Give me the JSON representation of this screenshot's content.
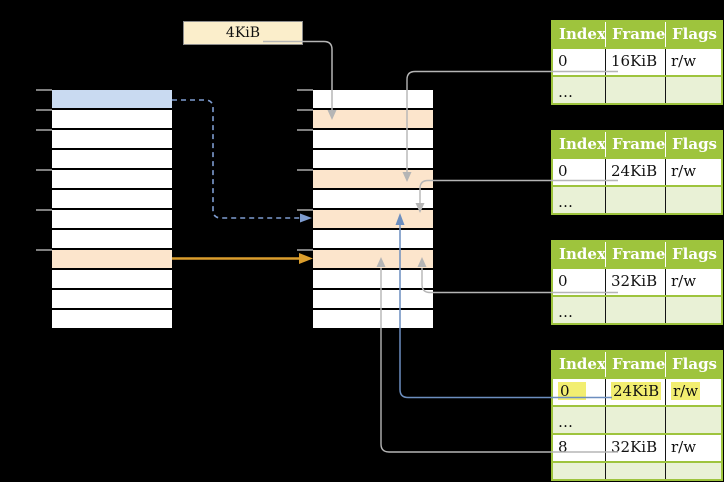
{
  "size_label": "4KiB",
  "virtual_memory": {
    "rows": 12,
    "blue_row_index": 0,
    "orange_row_index": 8,
    "tick_row_boundaries": [
      0,
      1,
      2,
      4,
      6,
      8
    ]
  },
  "physical_memory": {
    "rows": 12,
    "orange_row_indices": [
      1,
      4,
      6,
      8
    ],
    "tick_row_boundaries": [
      0,
      1,
      2,
      4,
      6,
      8
    ]
  },
  "page_tables": [
    {
      "headers": {
        "index": "Index",
        "frame": "Frame",
        "flags": "Flags"
      },
      "rows": [
        {
          "index": "0",
          "frame": "16KiB",
          "flags": "r/w"
        },
        {
          "index": "…",
          "frame": "",
          "flags": ""
        }
      ]
    },
    {
      "headers": {
        "index": "Index",
        "frame": "Frame",
        "flags": "Flags"
      },
      "rows": [
        {
          "index": "0",
          "frame": "24KiB",
          "flags": "r/w"
        },
        {
          "index": "…",
          "frame": "",
          "flags": ""
        }
      ]
    },
    {
      "headers": {
        "index": "Index",
        "frame": "Frame",
        "flags": "Flags"
      },
      "rows": [
        {
          "index": "0",
          "frame": "32KiB",
          "flags": "r/w"
        },
        {
          "index": "…",
          "frame": "",
          "flags": ""
        }
      ]
    },
    {
      "headers": {
        "index": "Index",
        "frame": "Frame",
        "flags": "Flags"
      },
      "rows": [
        {
          "index": "0",
          "frame": "24KiB",
          "flags": "r/w"
        },
        {
          "index": "…",
          "frame": "",
          "flags": ""
        },
        {
          "index": "8",
          "frame": "32KiB",
          "flags": "r/w"
        },
        {
          "index": "…",
          "frame": "",
          "flags": ""
        }
      ],
      "highlighted_row_index": 0
    }
  ],
  "colors": {
    "background": "#000000",
    "table_header_green": "#9EC43D",
    "table_row_light_green": "#E9F1D6",
    "memory_frame_orange": "#FCE5CC",
    "memory_page_blue": "#C9DAF1",
    "size_label_cream": "#FBEECB",
    "highlight_yellow": "#F2EE71",
    "connector_gray": "#B5B5B5",
    "connector_blue": "#6C8EBF",
    "connector_blue_dashed": "#7E9CD0",
    "connector_orange": "#DB9E2D"
  }
}
